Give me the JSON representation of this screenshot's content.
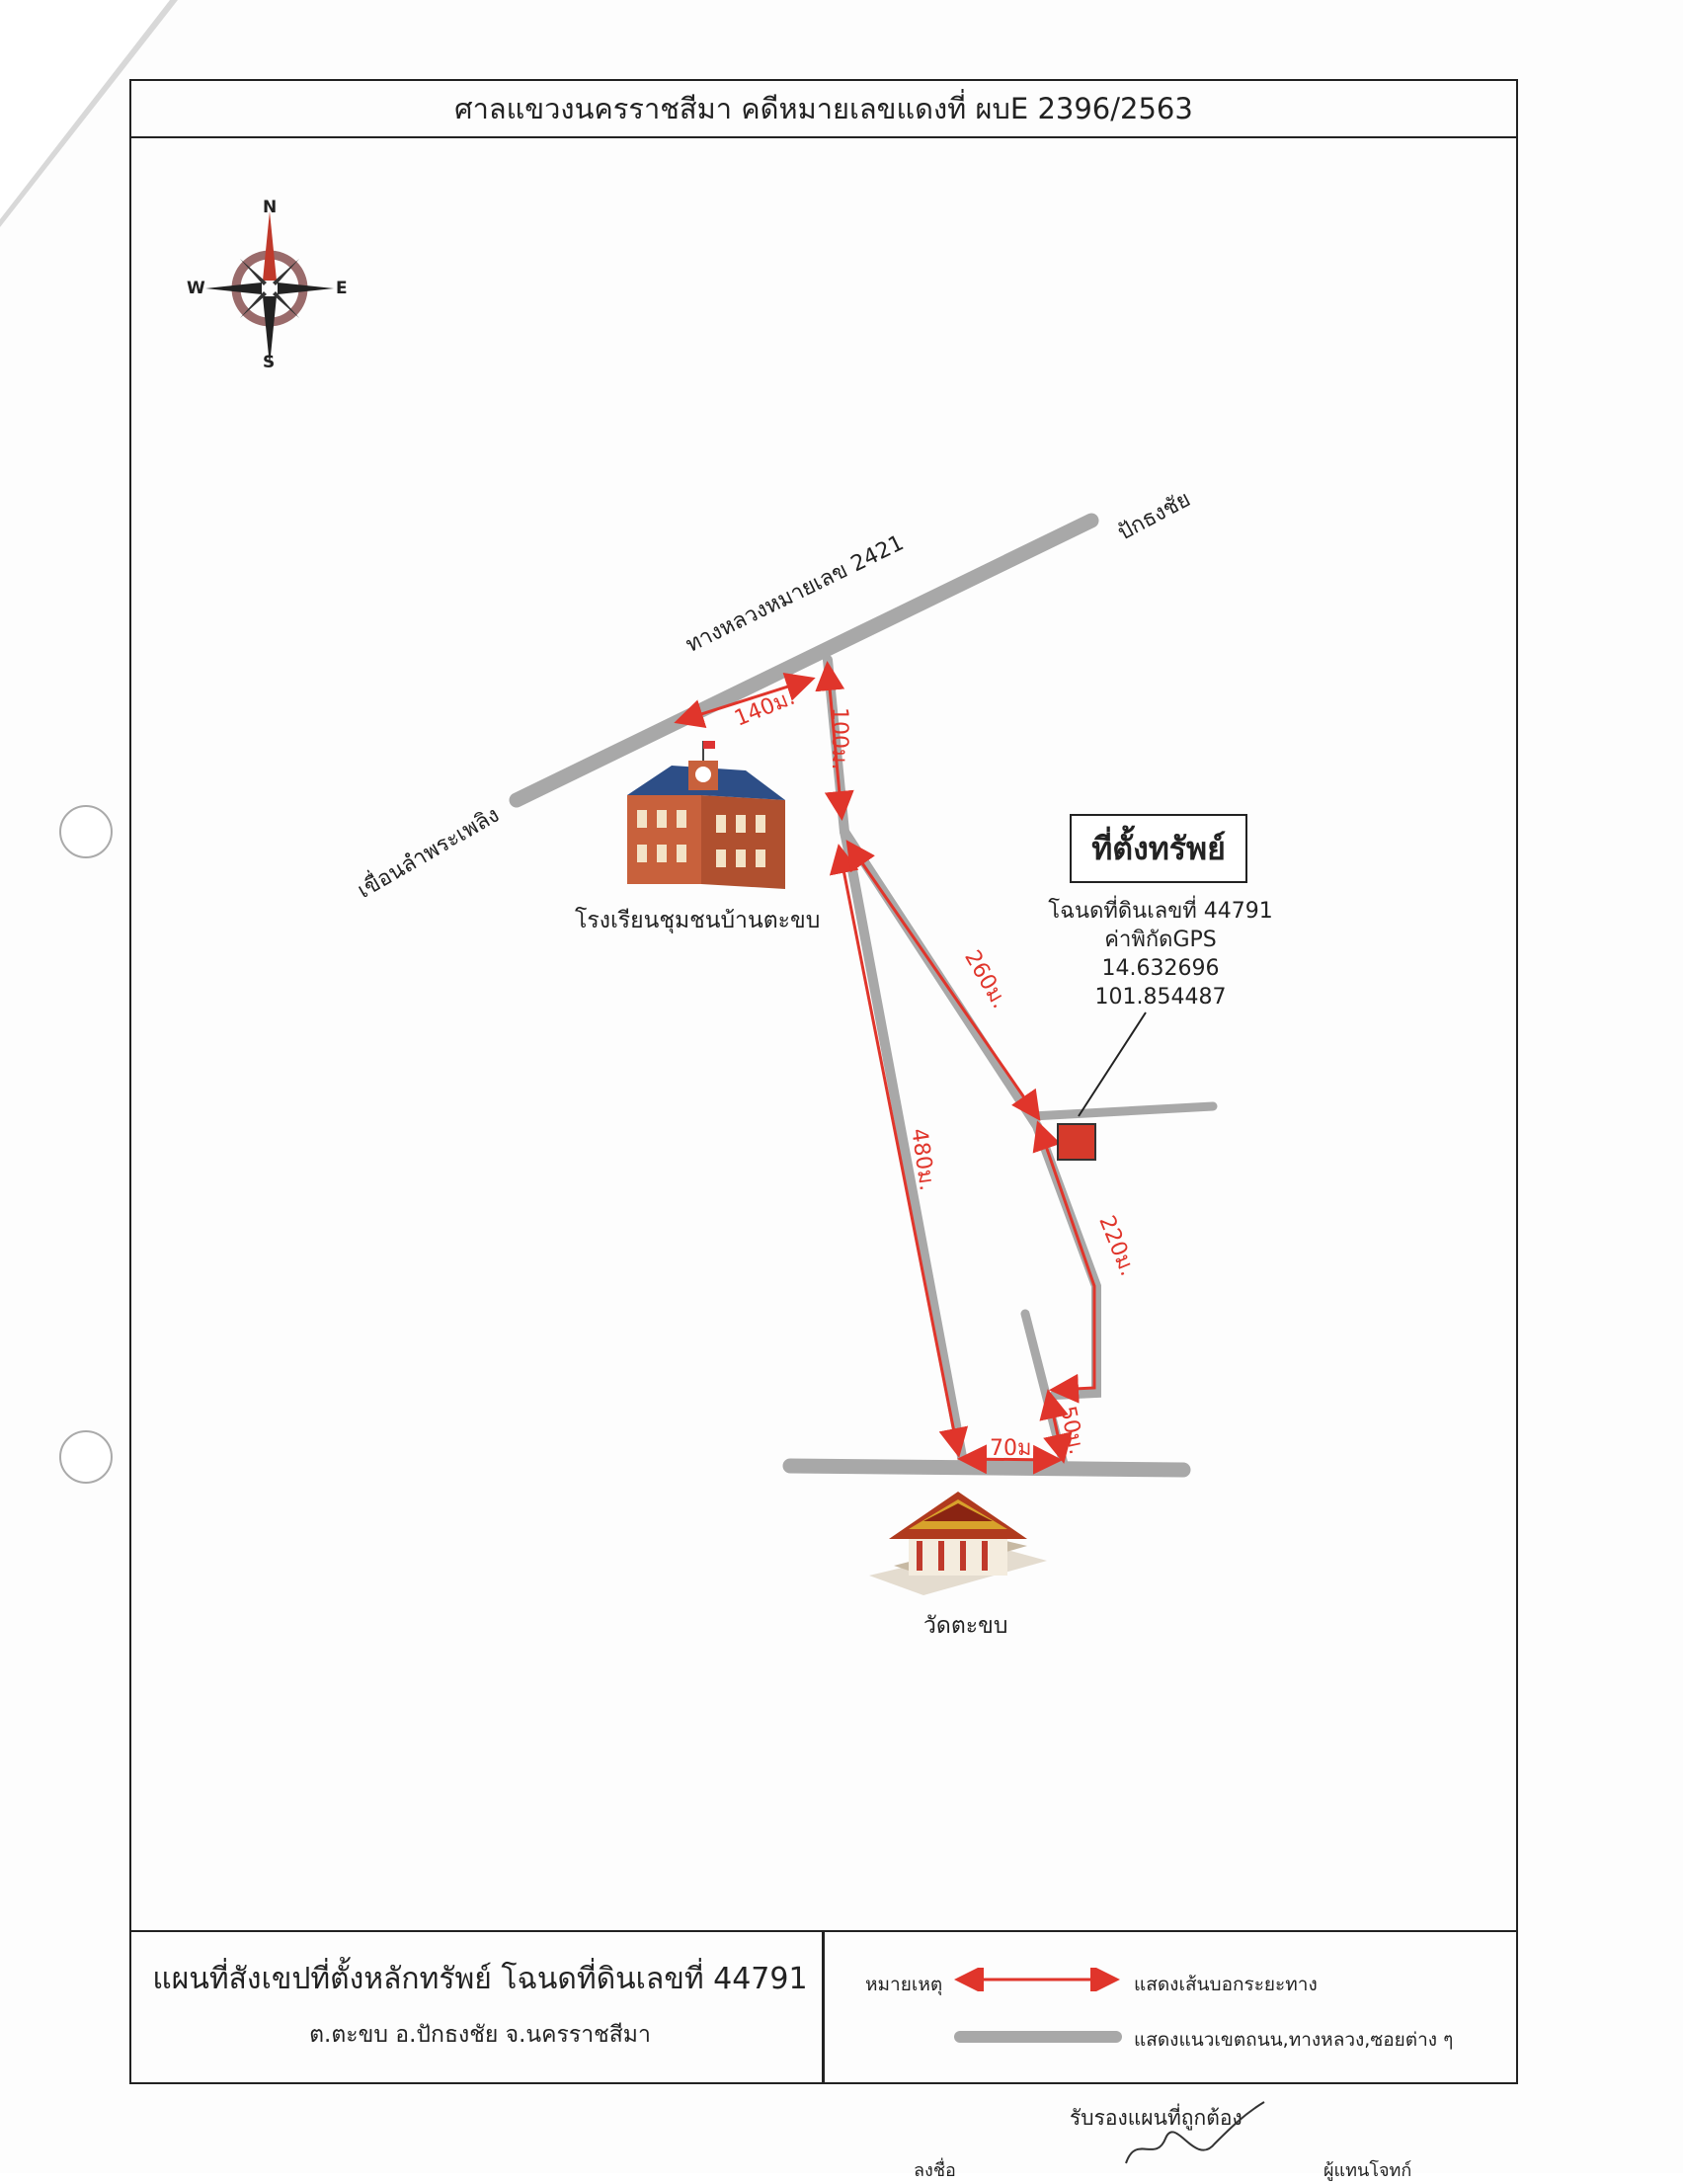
{
  "header": {
    "title": "ศาลแขวงนครราชสีมา คดีหมายเลขแดงที่ ผบE 2396/2563"
  },
  "compass": {
    "north": "N",
    "south": "S",
    "east": "E",
    "west": "W"
  },
  "roads": {
    "highway": "ทางหลวงหมายเลข 2421",
    "to_pak_thong_chai": "ปักธงชัย",
    "to_dam": "เขื่อนลำพระเพลิง"
  },
  "distances": {
    "d140": "140ม.",
    "d100": "100ม.",
    "d260": "260ม.",
    "d480": "480ม.",
    "d220": "220ม.",
    "d50": "50ม.",
    "d70": "70ม."
  },
  "landmarks": {
    "school": "โรงเรียนชุมชนบ้านตะขบ",
    "temple": "วัดตะขบ"
  },
  "property": {
    "box_label": "ที่ตั้งทรัพย์",
    "deed": "โฉนดที่ดินเลขที่ 44791",
    "gps_label": "ค่าพิกัดGPS",
    "lat": "14.632696",
    "lon": "101.854487",
    "marker_color": "#d63a2b"
  },
  "footer": {
    "title": "แผนที่สังเขปที่ตั้งหลักทรัพย์ โฉนดที่ดินเลขที่ 44791",
    "subtitle": "ต.ตะขบ  อ.ปักธงชัย  จ.นครราชสีมา",
    "legend_label": "หมายเหตุ",
    "legend_arrow": "แสดงเส้นบอกระยะทาง",
    "legend_road": "แสดงแนวเขตถนน,ทางหลวง,ซอยต่าง ๆ"
  },
  "certification": {
    "text": "รับรองแผนที่ถูกต้อง",
    "sign_label": "ลงชื่อ",
    "plaintiff_label": "ผู้แทนโจทก์"
  },
  "colors": {
    "road": "#a8a8a8",
    "distance": "#e0352b",
    "frame": "#222222"
  }
}
